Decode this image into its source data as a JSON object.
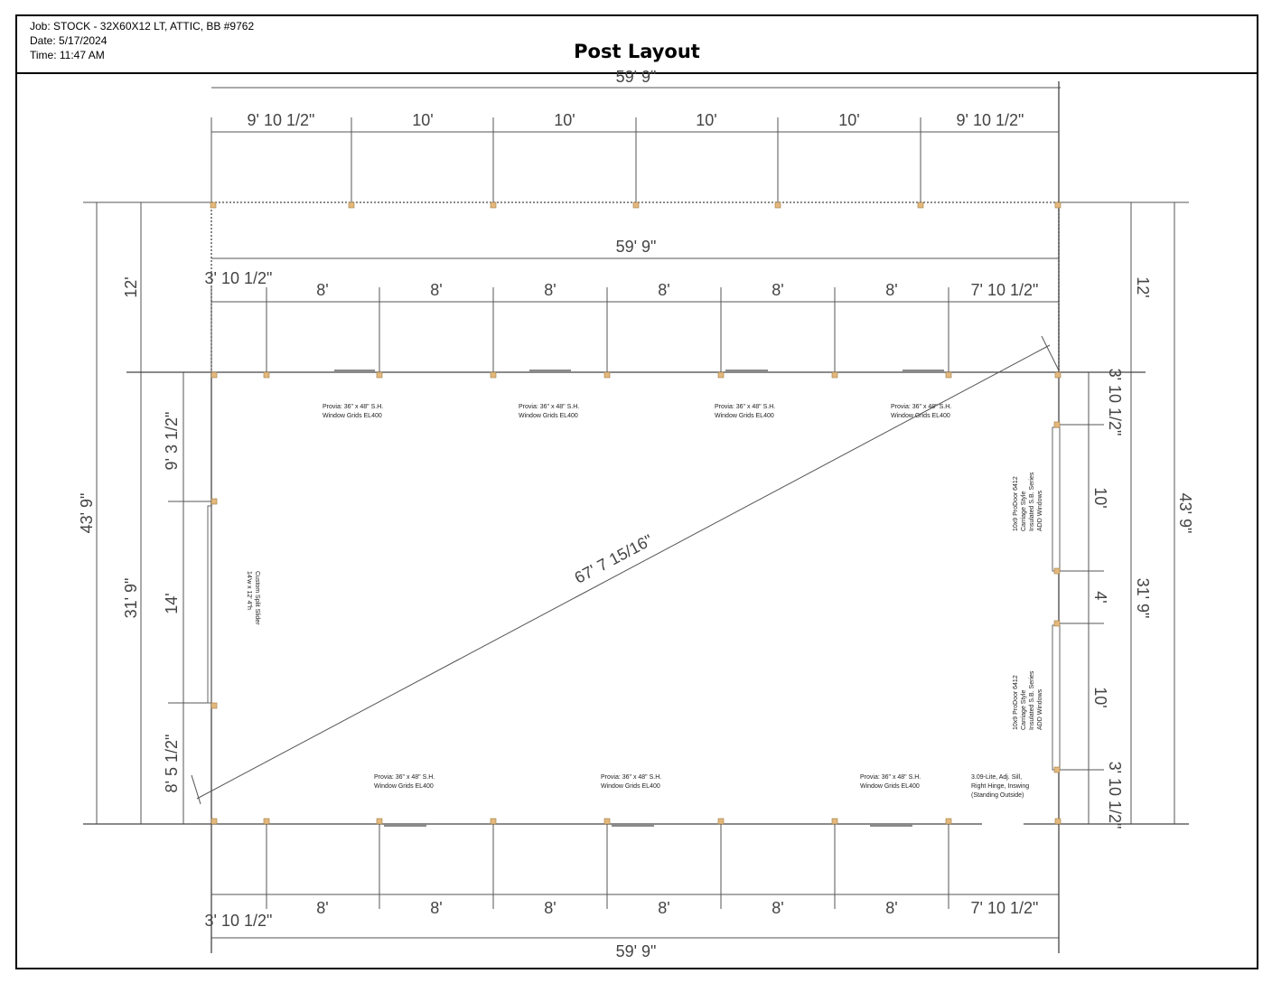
{
  "header": {
    "job": "Job: STOCK - 32X60X12 LT, ATTIC, BB #9762",
    "date": "Date: 5/17/2024",
    "time": "Time: 11:47 AM",
    "title": "Post Layout"
  },
  "dims": {
    "overall_top": "59' 9\"",
    "top_segments": [
      "9' 10 1/2\"",
      "10'",
      "10'",
      "10'",
      "10'",
      "9' 10 1/2\""
    ],
    "overall_mid": "59' 9\"",
    "mid_segments": [
      "3' 10 1/2\"",
      "8'",
      "8'",
      "8'",
      "8'",
      "8'",
      "8'",
      "7' 10 1/2\""
    ],
    "bottom_segments": [
      "3' 10 1/2\"",
      "8'",
      "8'",
      "8'",
      "8'",
      "8'",
      "8'",
      "7' 10 1/2\""
    ],
    "overall_bottom": "59' 9\"",
    "left_overall": "43' 9\"",
    "left_attic": "12'",
    "left_wall": "31' 9\"",
    "left_segments": [
      "9' 3 1/2\"",
      "14'",
      "8' 5 1/2\""
    ],
    "right_overall": "43' 9\"",
    "right_attic": "12'",
    "right_wall": "31' 9\"",
    "right_segments": [
      "3' 10 1/2\"",
      "10'",
      "4'",
      "10'",
      "3' 10 1/2\""
    ],
    "diagonal": "67' 7 15/16\""
  },
  "notes": {
    "window_l1": "Provia: 36\" x 48\" S.H.",
    "window_l2": "Window Grids EL400",
    "slider_l1": "Custom Split Slider",
    "slider_l2": "14'w x 12' 4\"h",
    "door_l1": "10x9 ProDoor 6412",
    "door_l2": "Carriage Style",
    "door_l3": "Insulated S.B. Series",
    "door_l4": "ADD Windows",
    "walk_l1": "3.09-Lite, Adj. Sill,",
    "walk_l2": "Right Hinge, Inswing",
    "walk_l3": "(Standing Outside)"
  },
  "colors": {
    "post": "#e4b97e"
  }
}
